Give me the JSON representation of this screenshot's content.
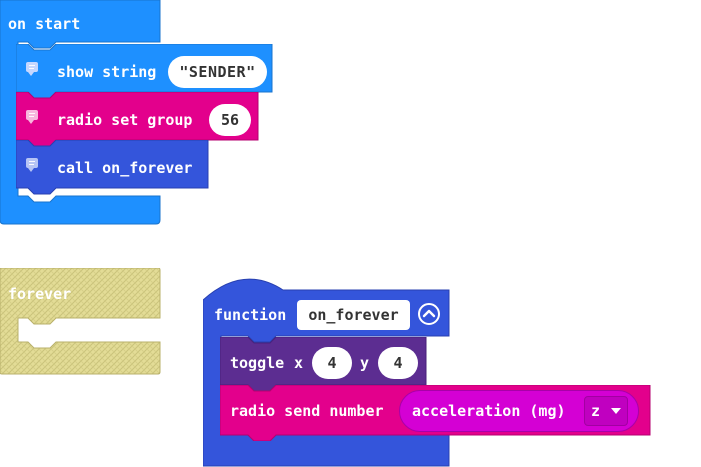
{
  "colors": {
    "basic_blue": "#1e90ff",
    "radio_pink": "#e3008c",
    "function_blue": "#3455db",
    "led_purple": "#5c2d91",
    "input_magenta": "#d400d4",
    "disabled_yellow": "#e0d990"
  },
  "on_start": {
    "header_label": "on start",
    "show_string": {
      "label": "show string",
      "value": "\"SENDER\"",
      "icon": "comment-icon"
    },
    "radio_set_group": {
      "label": "radio set group",
      "value": "56",
      "icon": "comment-icon"
    },
    "call": {
      "label": "call on_forever",
      "icon": "comment-icon"
    }
  },
  "forever": {
    "label": "forever",
    "state": "disabled"
  },
  "function_block": {
    "keyword": "function",
    "name": "on_forever",
    "collapse_icon": "chevron-up-icon",
    "toggle": {
      "label": "toggle",
      "x_label": "x",
      "x_value": "4",
      "y_label": "y",
      "y_value": "4"
    },
    "radio_send": {
      "label": "radio send number",
      "reporter_label": "acceleration (mg)",
      "axis_value": "z",
      "dropdown_icon": "caret-down-icon"
    }
  }
}
